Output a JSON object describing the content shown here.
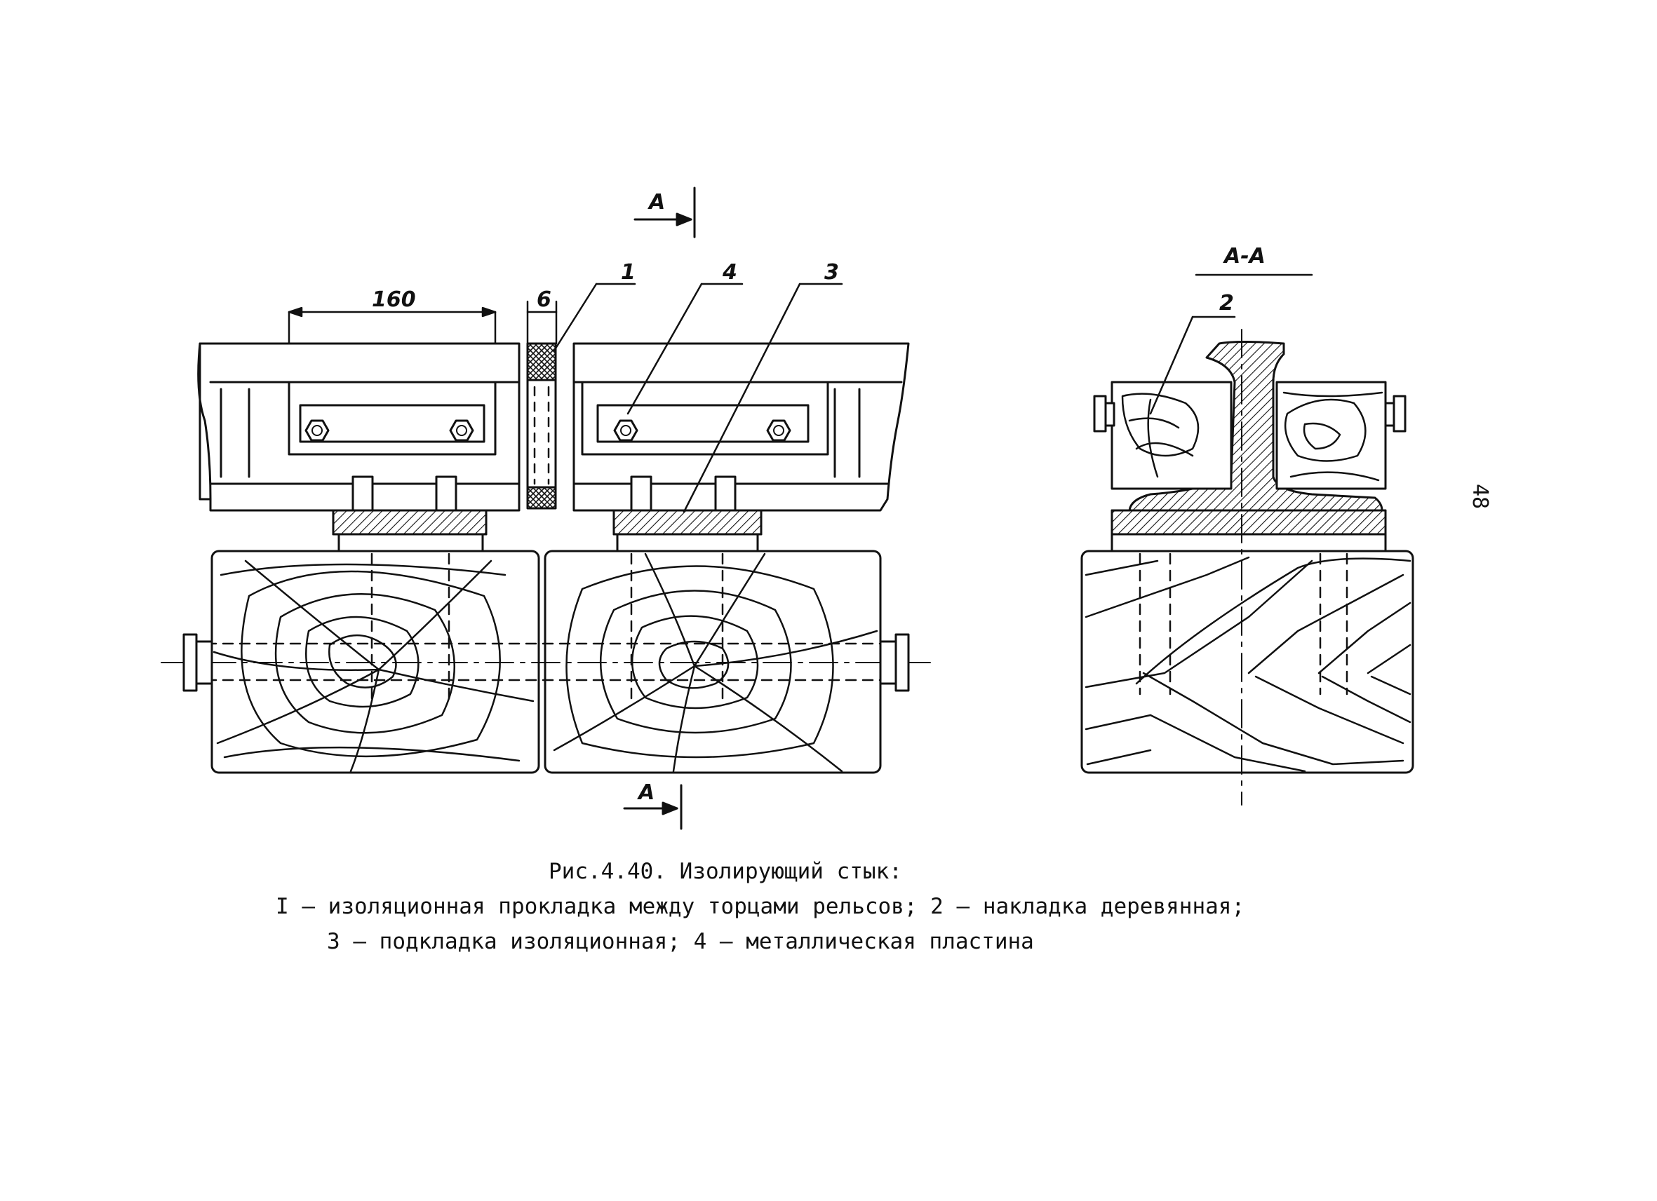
{
  "labels": {
    "section_marker_top": "А",
    "section_marker_bottom": "А",
    "section_view_title": "А-А",
    "callout_1": "1",
    "callout_2": "2",
    "callout_3": "3",
    "callout_4": "4",
    "dim_plate_length": "160",
    "dim_gap_width": "6"
  },
  "page_number": "48",
  "caption": {
    "title": "Рис.4.40. Изолирующий стык:",
    "line1": "I – изоляционная прокладка между торцами рельсов; 2 – накладка деревянная;",
    "line2": "3 – подкладка изоляционная; 4 – металлическая пластина"
  },
  "colors": {
    "ink": "#111111",
    "paper": "#ffffff"
  }
}
